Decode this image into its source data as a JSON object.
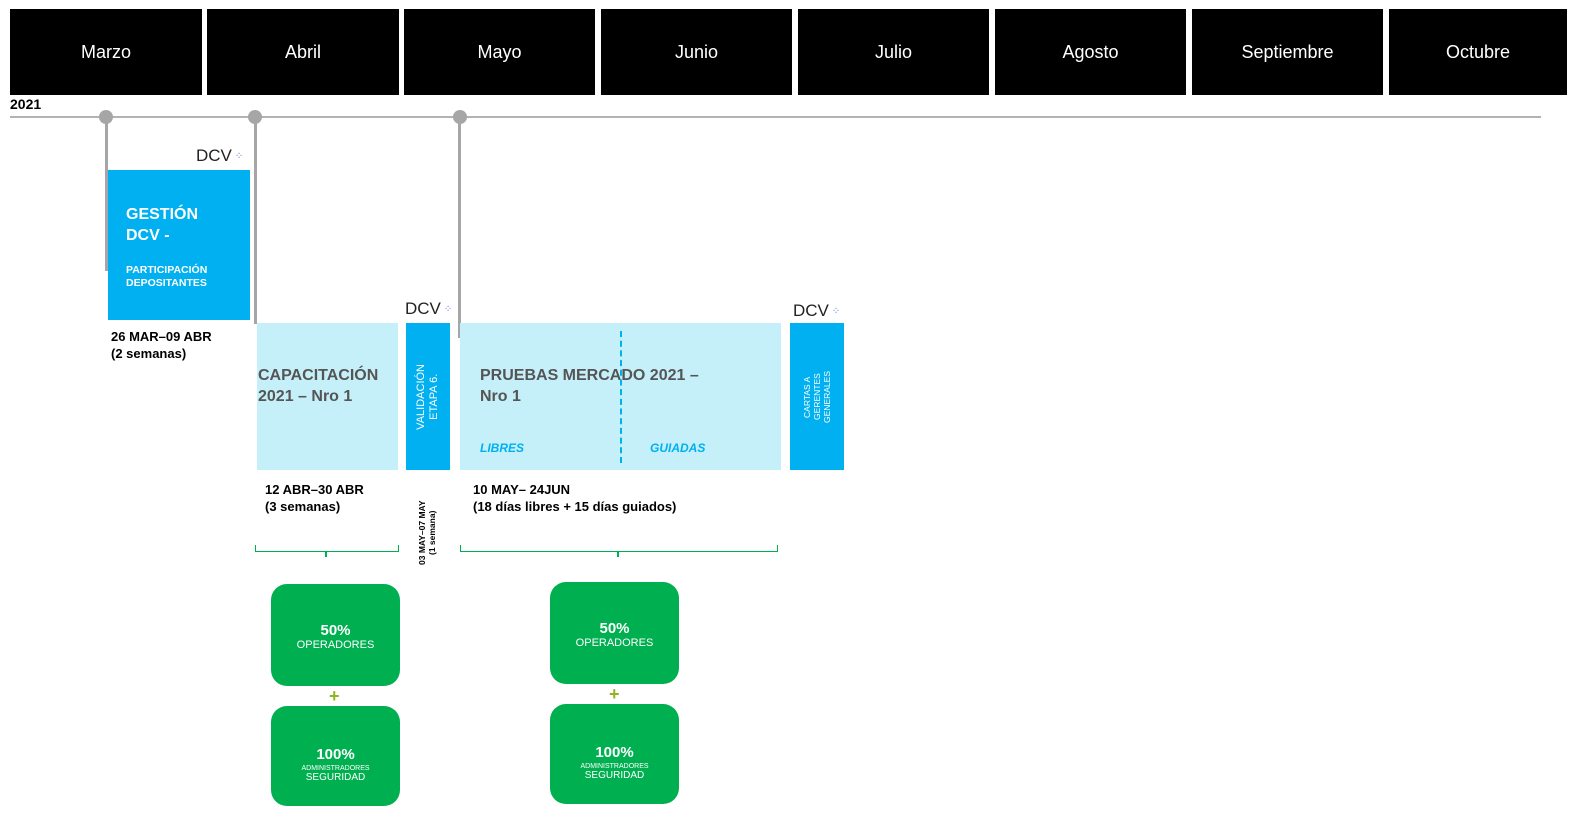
{
  "months": [
    "Marzo",
    "Abril",
    "Mayo",
    "Junio",
    "Julio",
    "Agosto",
    "Septiembre",
    "Octubre"
  ],
  "year": "2021",
  "dcv_logo": {
    "text": "DCV",
    "dots": "⁘"
  },
  "gestion": {
    "title_line1": "GESTIÓN",
    "title_line2": "DCV  -",
    "subtitle_line1": "PARTICIPACIÓN",
    "subtitle_line2": "DEPOSITANTES",
    "date": "26 MAR–09 ABR",
    "duration": "(2 semanas)"
  },
  "capacitacion": {
    "title_line1": "CAPACITACIÓN",
    "title_line2": "2021 – Nro 1",
    "date": "12 ABR–30 ABR",
    "duration": "(3 semanas)"
  },
  "validacion": {
    "line1": "VALIDACIÓN",
    "line2": "ETAPA 6.",
    "date": "03 MAY–07 MAY",
    "duration": "(1 semana)"
  },
  "pruebas": {
    "title_line1": "PRUEBAS MERCADO  2021 –",
    "title_line2": "Nro 1",
    "libres": "LIBRES",
    "guiadas": "GUIADAS",
    "date": "10 MAY– 24JUN",
    "duration": "(18 días libres + 15 días guiados)"
  },
  "cartas": {
    "line1": "CARTAS A",
    "line2": "GERENTES",
    "line3": "GENERALES"
  },
  "participacion_cap": {
    "op_pct": "50%",
    "op_label": "OPERADORES",
    "plus": "+",
    "adm_pct": "100%",
    "adm_label1": "ADMINISTRADORES",
    "adm_label2": "SEGURIDAD"
  },
  "participacion_pru": {
    "op_pct": "50%",
    "op_label": "OPERADORES",
    "plus": "+",
    "adm_pct": "100%",
    "adm_label1": "ADMINISTRADORES",
    "adm_label2": "SEGURIDAD"
  },
  "colors": {
    "month_bg": "#000000",
    "blue": "#00b0f0",
    "light_blue": "#c5f0f9",
    "green": "#00b050",
    "axis": "#b3b3b3"
  }
}
